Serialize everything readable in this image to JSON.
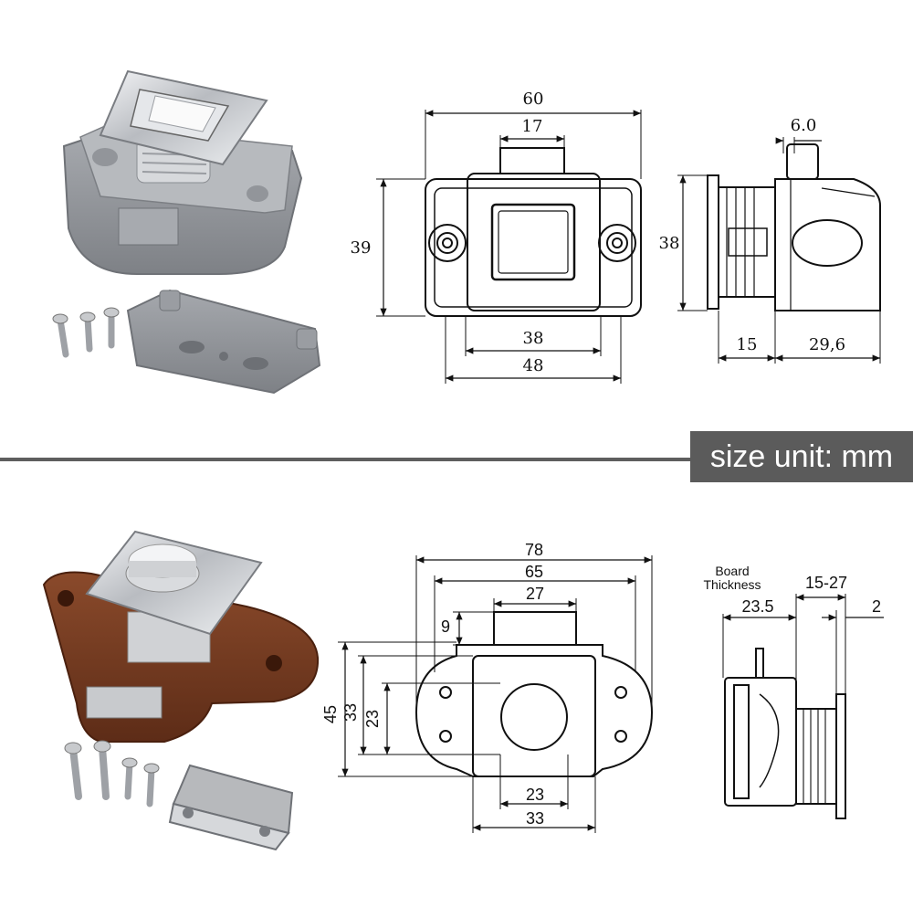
{
  "unit_label": "size unit: mm",
  "top_front": {
    "width_total": "60",
    "width_tab": "17",
    "height": "39",
    "width_inner": "38",
    "width_mount": "48"
  },
  "top_side": {
    "tab_width": "6.0",
    "height": "38",
    "depth_rear": "15",
    "depth_front": "29,6"
  },
  "bottom_front": {
    "width_total": "78",
    "width_body": "65",
    "width_tab": "27",
    "tab_height": "9",
    "height_total": "45",
    "height_33": "33",
    "height_23": "23",
    "width_23": "23",
    "width_33": "33"
  },
  "bottom_side": {
    "board_thickness": "Board\nThickness",
    "board_line1": "Board",
    "board_line2": "Thickness",
    "range": "15-27",
    "depth": "23.5",
    "plate": "2"
  },
  "colors": {
    "chrome": "#c9cbcf",
    "grey_body": "#8e9196",
    "brown_body": "#7a3d22",
    "steel": "#b7b9bc",
    "badge": "#5b5b5b"
  }
}
